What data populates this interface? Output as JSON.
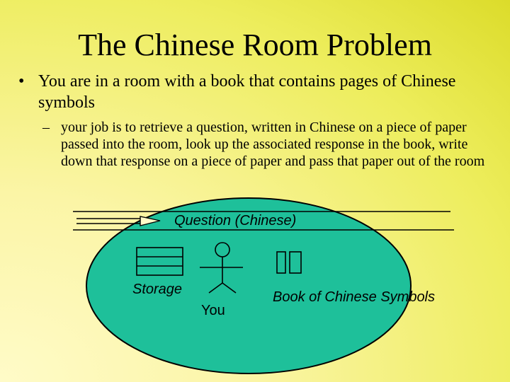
{
  "slide": {
    "title": "The Chinese Room Problem",
    "bullet_marker": "•",
    "bullet_text": "You are in a room with a book that contains pages of Chinese symbols",
    "sub_marker": "–",
    "sub_text": "your job is to retrieve a question, written in Chinese on a piece of paper passed into the room, look up the associated response in the book, write down that response on a piece of paper and pass that paper out of the room"
  },
  "diagram": {
    "question_label": "Question (Chinese)",
    "storage_label": "Storage",
    "person_label": "You",
    "book_label": "Book of Chinese Symbols",
    "colors": {
      "room_fill": "#1ec09a",
      "outline": "#000000",
      "background_light": "#fffbc8",
      "background_dark": "#dcdc2a"
    }
  }
}
